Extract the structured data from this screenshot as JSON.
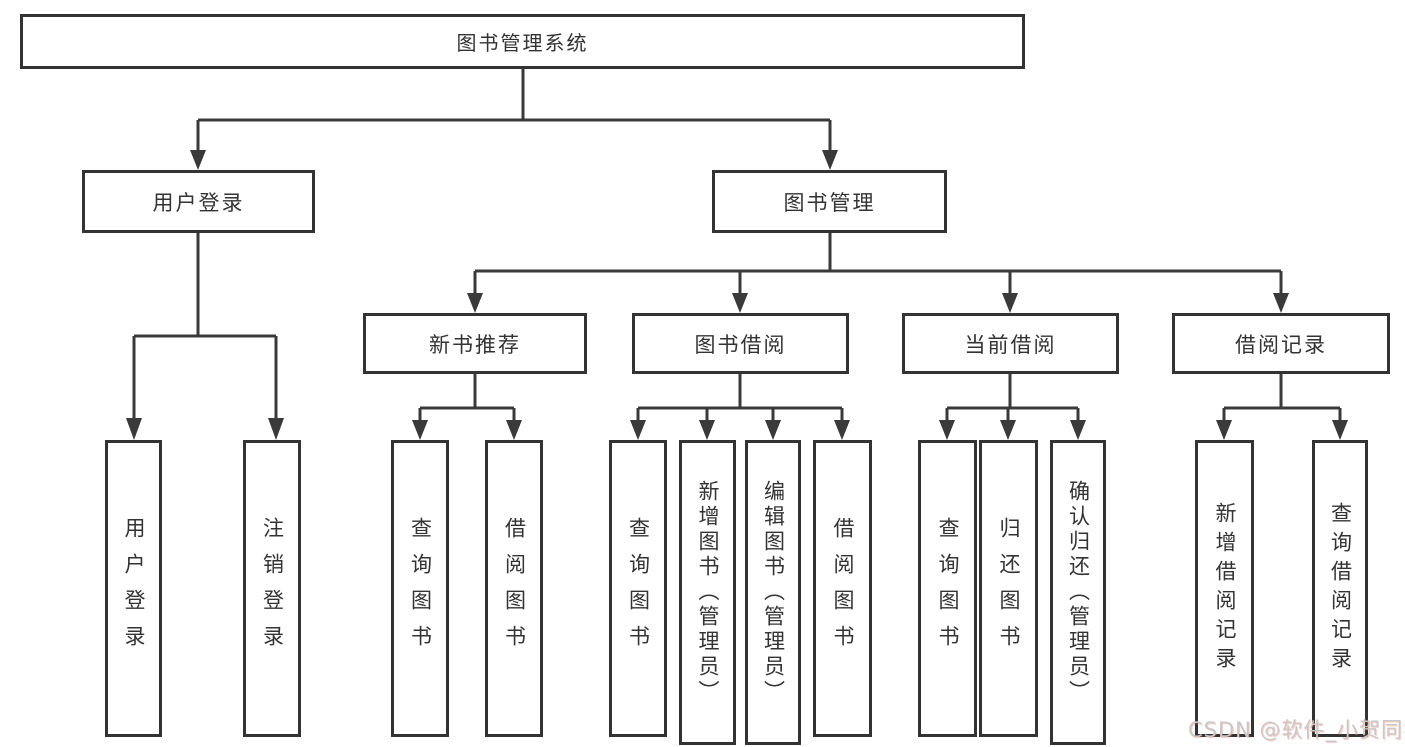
{
  "colors": {
    "line": "#3a3a3a",
    "box_border": "#333333",
    "text": "#333333",
    "background": "#ffffff",
    "watermark_text": "#c8c8c8"
  },
  "tree": {
    "root": {
      "label": "图书管理系统"
    },
    "branches": [
      {
        "label": "用户登录",
        "children": [
          "用户登录",
          "注销登录"
        ]
      },
      {
        "label": "图书管理",
        "children": [
          {
            "label": "新书推荐",
            "children": [
              "查询图书",
              "借阅图书"
            ]
          },
          {
            "label": "图书借阅",
            "children": [
              "查询图书",
              "新增图书（管理员）",
              "编辑图书（管理员）",
              "借阅图书"
            ]
          },
          {
            "label": "当前借阅",
            "children": [
              "查询图书",
              "归还图书",
              "确认归还（管理员）"
            ]
          },
          {
            "label": "借阅记录",
            "children": [
              "新增借阅记录",
              "查询借阅记录"
            ]
          }
        ]
      }
    ]
  },
  "watermark": {
    "text": "CSDN @软件_小贺同学"
  }
}
